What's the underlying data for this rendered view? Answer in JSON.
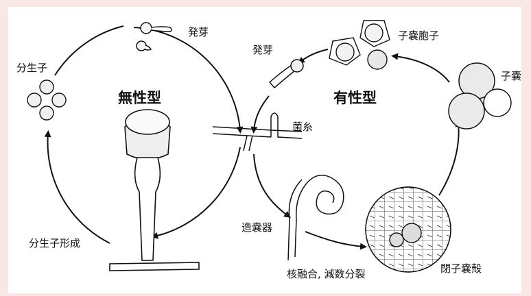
{
  "titles": {
    "asexual": "無性型",
    "sexual": "有性型"
  },
  "labels": {
    "germination_left": "発芽",
    "conidia": "分生子",
    "conidiation": "分生子形成",
    "germination_right": "発芽",
    "ascospore": "子嚢胞子",
    "ascus": "子嚢",
    "hypha": "菌糸",
    "ascogonium": "造嚢器",
    "meiosis": "核融合, 減数分裂",
    "cleistothecium": "閉子嚢殻"
  },
  "colors": {
    "background": "#f9e7e6",
    "panel": "#ffffff",
    "ink": "#111111"
  }
}
